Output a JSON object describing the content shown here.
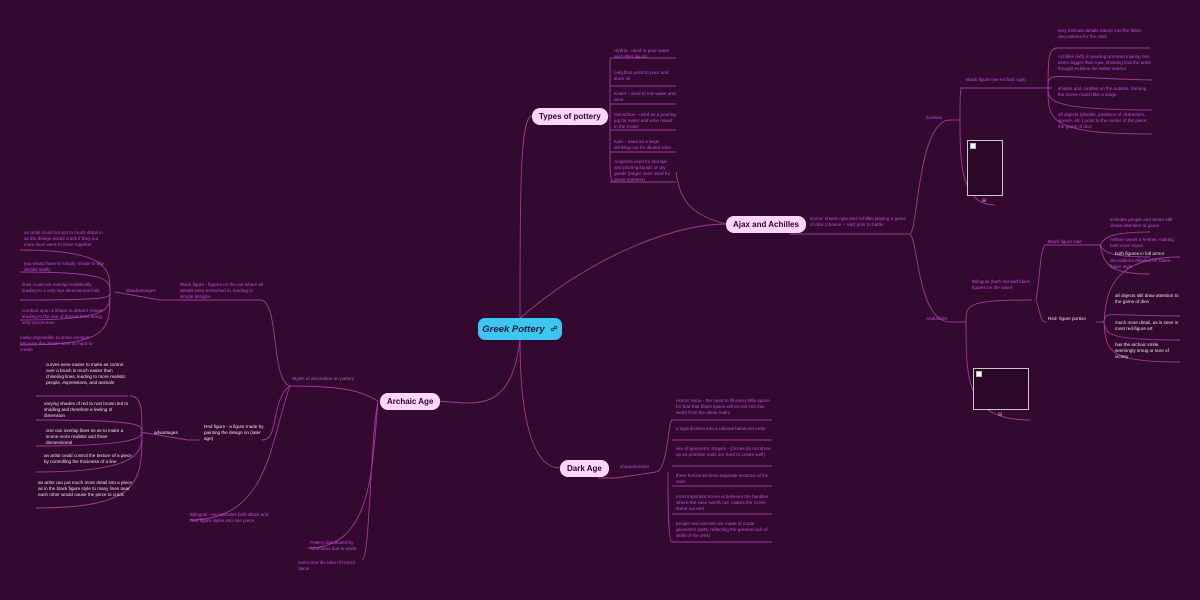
{
  "root": {
    "title": "Greek Pottery",
    "icon": "link-icon"
  },
  "topics": {
    "types_of_pottery": "Types of pottery",
    "ajax_and_achilles": "Ajax and Achilles",
    "archaic_age": "Archaic Age",
    "dark_age": "Dark Age"
  },
  "types_items": [
    "Hydria - used to pour water and other liquids",
    "Lekythos used to pour and store oil",
    "Krater - used to mix water and wine",
    "Oenochoe - used as a pouring jug for water and wine mixed in the Krater",
    "Kylix - used as a large drinking cup for diluted wine",
    "Amphora used for storage and pouring liquids or dry goods (larger ones used for grave markers)"
  ],
  "ajax": {
    "scene": "scene: shows Ajax and Achilles playing a game of dice (chance + war) prior to battle",
    "exekias": "Exekias",
    "black_figure_label": "Black figure (we Archaic Age)",
    "black_figure_items": [
      "very intricate details nature into the fabric decorations for the cloth",
      "Achilles (left) is wearing armored making him seem bigger than Ajax, showing that the artist thought Achilles the better warrior",
      "shields and candles on the outside, framing the scene match like a stage",
      "all objects (shields, positions of characters, spears, etc.) point to the center of the piece, the game of dice"
    ],
    "andokides": "Andokides",
    "bilingual": "Bilingual (both red and black figures on the vase)",
    "black_figure_side": "Black figure side",
    "black_side_items": [
      "includes people and armor still draws attention to game",
      "neither wears a helmet, making both even equal",
      "decorations detailed for black-figure style"
    ],
    "red_figure_portion": "Red- figure portion",
    "red_portion_items": [
      "both figures in full armor",
      "all objects still draw attention to the game of dice",
      "much more detail, as is seen in most red-figure art",
      "has the archaic smile, seemingly smug or sure of victory"
    ]
  },
  "archaic": {
    "styles_label": "Styles of decoration on pottery",
    "black_figure": "Black figure - figures on the pot where all details were scratched in, leading to simple designs",
    "disadvantages_label": "disadvantages",
    "disadvantages": [
      "an artist could not put to much detail in as the design would crack if they put more lines were to close together",
      "you would have to simply, ornate in tiny details totally",
      "lines could not overlap realistically, leading to a very two dimensional look",
      "combed upon a shape to detail it meant leading to the use of thinner lines being very uncommon",
      "easily impossible to show emotion because the details were so hard to create"
    ],
    "red_figure": "Red figure - a figure made by painting the design on (later age)",
    "advantages_label": "advantages",
    "advantages": [
      "curves were easier to make as control over a brush is much easier than chiseling lines, leading to more realistic people, expressions, and animals",
      "varying shades of red to rust brown led to shading and therefore a feeling of dimension",
      "one can overlap lines so as to make a scene more realistic and three demensional",
      "an artist could control the texture of a piece by controlling the thickness of a line",
      "an artist can put much more detail into a piece as in the black figure style to many lines near each other would cause the piece to crack"
    ],
    "bilingual": "Bilingual - incorporates both Black and Red figure styles into one piece",
    "pottery_dominated": "Pottery dominated by Athenians due to trade",
    "overcome": "overcome the idea of Horror Vacui"
  },
  "dark": {
    "characteristics_label": "characteristics",
    "items": [
      "Horror Vacui - the need to fill every little space for fear that blank space will let evil into this world from the dilute realm",
      "a rigid division into a rational balanced order",
      "use of geometric shapes - (circles do not show up as primitive tools are hard to create well)",
      "three horizontal lines separate sections of the vase",
      "most important scene is between the handles where the vase swells out, makes the scene stand out and",
      "people and animals are made of crude geometric parts, reflecting the general lack of skills of the artist"
    ]
  },
  "colors": {
    "background": "#33092f",
    "line": "#a2389e",
    "topic": "#ffd6fb",
    "root": "#3ec6f2",
    "text": "#c24ee0"
  }
}
